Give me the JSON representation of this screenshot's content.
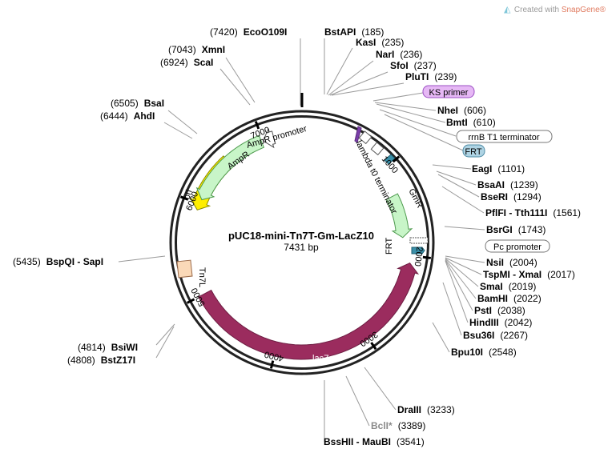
{
  "watermark": {
    "prefix": "Created with ",
    "brand": "SnapGene®",
    "icon": "snapgene-logo-icon"
  },
  "plasmid": {
    "name": "pUC18-mini-Tn7T-Gm-LacZ10",
    "size_label": "7431 bp"
  },
  "tick_labels": [
    "1000",
    "2000",
    "3000",
    "4000",
    "5000",
    "6000",
    "7000"
  ],
  "sites": [
    {
      "name": "EcoO109I",
      "pos": "(7420)"
    },
    {
      "name": "XmnI",
      "pos": "(7043)"
    },
    {
      "name": "ScaI",
      "pos": "(6924)"
    },
    {
      "name": "BsaI",
      "pos": "(6505)"
    },
    {
      "name": "AhdI",
      "pos": "(6444)"
    },
    {
      "name": "BspQI - SapI",
      "pos": "(5435)"
    },
    {
      "name": "BsiWI",
      "pos": "(4814)"
    },
    {
      "name": "BstZ17I",
      "pos": "(4808)"
    },
    {
      "name": "BstAPI",
      "pos": "(185)"
    },
    {
      "name": "KasI",
      "pos": "(235)"
    },
    {
      "name": "NarI",
      "pos": "(236)"
    },
    {
      "name": "SfoI",
      "pos": "(237)"
    },
    {
      "name": "PluTI",
      "pos": "(239)"
    },
    {
      "name": "NheI",
      "pos": "(606)"
    },
    {
      "name": "BmtI",
      "pos": "(610)"
    },
    {
      "name": "EagI",
      "pos": "(1101)"
    },
    {
      "name": "BsaAI",
      "pos": "(1239)"
    },
    {
      "name": "BseRI",
      "pos": "(1294)"
    },
    {
      "name": "PflFI - Tth111I",
      "pos": "(1561)"
    },
    {
      "name": "BsrGI",
      "pos": "(1743)"
    },
    {
      "name": "NsiI",
      "pos": "(2004)"
    },
    {
      "name": "TspMI - XmaI",
      "pos": "(2017)"
    },
    {
      "name": "SmaI",
      "pos": "(2019)"
    },
    {
      "name": "BamHI",
      "pos": "(2022)"
    },
    {
      "name": "PstI",
      "pos": "(2038)"
    },
    {
      "name": "HindIII",
      "pos": "(2042)"
    },
    {
      "name": "Bsu36I",
      "pos": "(2267)"
    },
    {
      "name": "Bpu10I",
      "pos": "(2548)"
    },
    {
      "name": "DraIII",
      "pos": "(3233)"
    },
    {
      "name": "BclI*",
      "pos": "(3389)"
    },
    {
      "name": "BssHII - MauBI",
      "pos": "(3541)"
    }
  ],
  "boxed_features": [
    {
      "label": "KS primer",
      "fill": "#e6b8f5",
      "stroke": "#9b4fc4"
    },
    {
      "label": "rrnB T1 terminator",
      "fill": "#ffffff",
      "stroke": "#777777"
    },
    {
      "label": "FRT",
      "fill": "#aed3e3",
      "stroke": "#4f8ca6"
    },
    {
      "label": "Pc promoter",
      "fill": "#ffffff",
      "stroke": "#777777"
    }
  ],
  "ring_features": [
    {
      "label": "AmpR",
      "color": "#c8f5c8"
    },
    {
      "label": "AmpR promoter",
      "color": "#ffffff"
    },
    {
      "label": "ori",
      "color": "#ffee00"
    },
    {
      "label": "lacZ",
      "color": "#9b2c5e"
    },
    {
      "label": "GmR",
      "color": "#c8f5c8"
    },
    {
      "label": "lambda t0 terminator",
      "color": "#ffffff"
    },
    {
      "label": "FRT",
      "color": "#3a8fa8"
    },
    {
      "label": "Tn7L",
      "color": "#fad9b8"
    }
  ],
  "colors": {
    "backbone": "#222222",
    "leader": "#9a9a9a",
    "lacz": "#9b2c5e",
    "ori": "#ffee00",
    "resistance": "#c8f5c8"
  }
}
